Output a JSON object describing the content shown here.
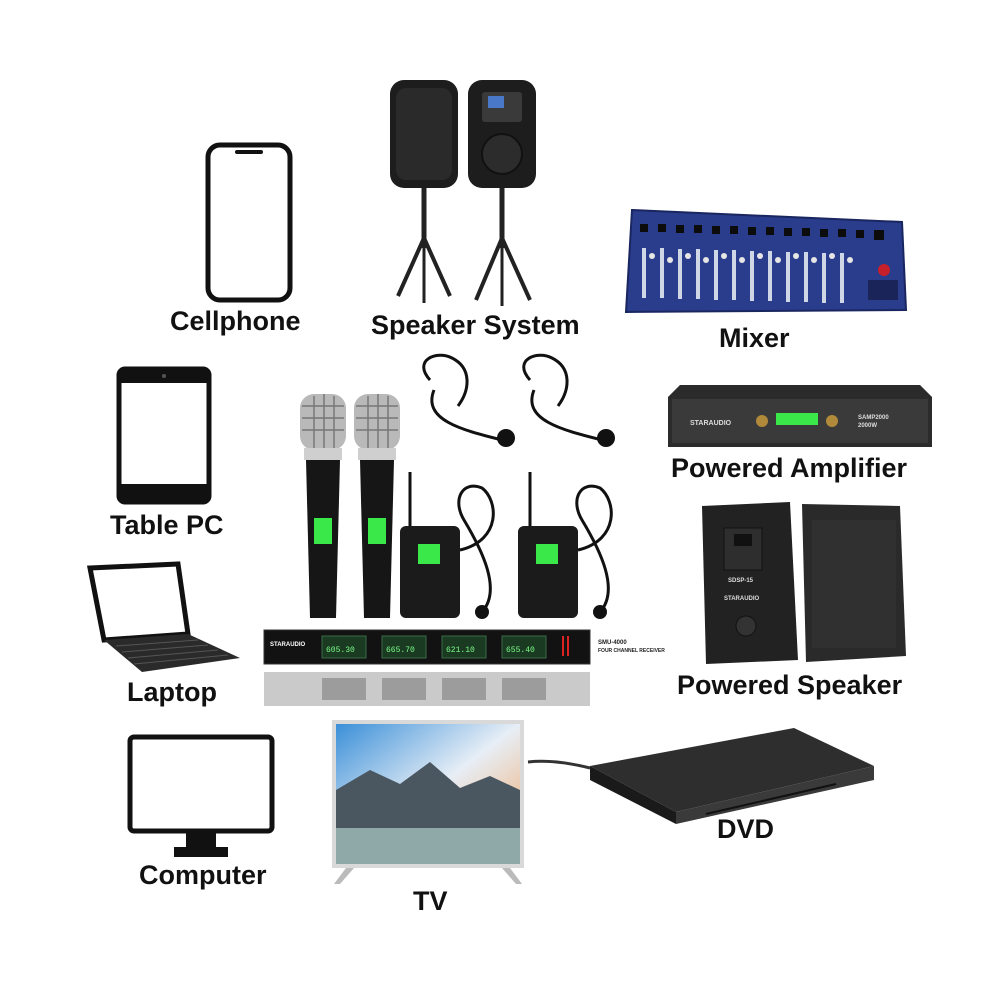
{
  "labels": {
    "cellphone": "Cellphone",
    "speaker_system": "Speaker System",
    "mixer": "Mixer",
    "table_pc": "Table PC",
    "powered_amplifier": "Powered Amplifier",
    "powered_speaker": "Powered Speaker",
    "laptop": "Laptop",
    "computer": "Computer",
    "tv": "TV",
    "dvd": "DVD"
  },
  "receiver": {
    "brand": "STARAUDIO",
    "model": "SMU-4000",
    "description": "FOUR CHANNEL RECEIVER",
    "channels": [
      {
        "freq": "605.30"
      },
      {
        "freq": "665.70"
      },
      {
        "freq": "621.10"
      },
      {
        "freq": "655.40"
      }
    ]
  },
  "amplifier": {
    "brand": "STARAUDIO",
    "model": "SAMP2000",
    "power": "2000W"
  },
  "powered_speaker": {
    "brand": "STARAUDIO",
    "model": "SDSP-15"
  },
  "colors": {
    "mixer_blue": "#2a3c8c",
    "lcd_green": "#3be84a",
    "device_dark": "#1b1b1b"
  }
}
